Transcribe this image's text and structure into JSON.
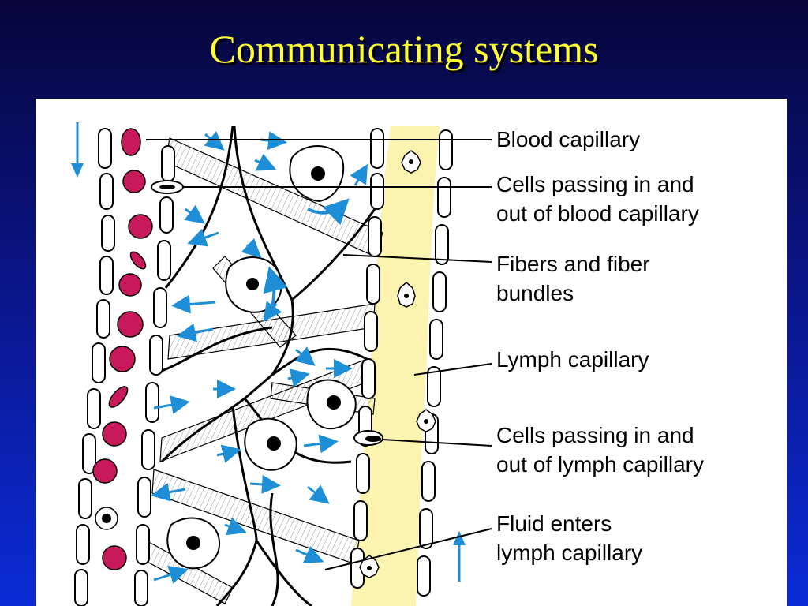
{
  "slide": {
    "title": "Communicating systems"
  },
  "figure": {
    "labels": {
      "blood_capillary": "Blood capillary",
      "cells_blood_capillary": "Cells passing in and\nout of blood capillary",
      "fibers": "Fibers and fiber\nbundles",
      "lymph_capillary": "Lymph capillary",
      "cells_lymph_capillary": "Cells passing in and\nout of lymph capillary",
      "fluid_enters": "Fluid enters\nlymph capillary"
    },
    "colors": {
      "red_blood_cell": "#c8195a",
      "lymph_fill": "#fbf3b0",
      "flow_arrow": "#1e8fd6",
      "background": "#06063a",
      "title": "#ffff33"
    }
  }
}
